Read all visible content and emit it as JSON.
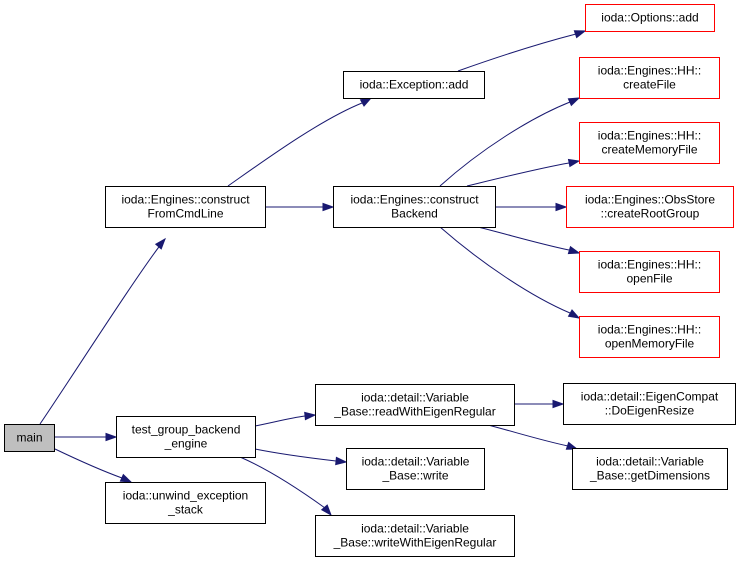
{
  "colors": {
    "edge": "#191970",
    "node_border_default": "#000000",
    "node_border_external": "#ff0000",
    "node_fill_root": "#bfbfbf",
    "node_fill_default": "#ffffff"
  },
  "nodes": {
    "main": {
      "lines": [
        "main"
      ],
      "style": "root"
    },
    "construct_from_cmdline": {
      "lines": [
        "ioda::Engines::construct",
        "FromCmdLine"
      ],
      "style": "default"
    },
    "test_group_backend_engine": {
      "lines": [
        "test_group_backend",
        "_engine"
      ],
      "style": "default"
    },
    "unwind_exception_stack": {
      "lines": [
        "ioda::unwind_exception",
        "_stack"
      ],
      "style": "default"
    },
    "exception_add": {
      "lines": [
        "ioda::Exception::add"
      ],
      "style": "default"
    },
    "construct_backend": {
      "lines": [
        "ioda::Engines::construct",
        "Backend"
      ],
      "style": "default"
    },
    "read_with_eigen_regular": {
      "lines": [
        "ioda::detail::Variable",
        "_Base::readWithEigenRegular"
      ],
      "style": "default"
    },
    "variable_base_write": {
      "lines": [
        "ioda::detail::Variable",
        "_Base::write"
      ],
      "style": "default"
    },
    "write_with_eigen_regular": {
      "lines": [
        "ioda::detail::Variable",
        "_Base::writeWithEigenRegular"
      ],
      "style": "default"
    },
    "options_add": {
      "lines": [
        "ioda::Options::add"
      ],
      "style": "external"
    },
    "hh_create_file": {
      "lines": [
        "ioda::Engines::HH::",
        "createFile"
      ],
      "style": "external"
    },
    "hh_create_memory_file": {
      "lines": [
        "ioda::Engines::HH::",
        "createMemoryFile"
      ],
      "style": "external"
    },
    "obsstore_create_root_group": {
      "lines": [
        "ioda::Engines::ObsStore",
        "::createRootGroup"
      ],
      "style": "external"
    },
    "hh_open_file": {
      "lines": [
        "ioda::Engines::HH::",
        "openFile"
      ],
      "style": "external"
    },
    "hh_open_memory_file": {
      "lines": [
        "ioda::Engines::HH::",
        "openMemoryFile"
      ],
      "style": "external"
    },
    "eigen_compat_do_eigen_resize": {
      "lines": [
        "ioda::detail::EigenCompat",
        "::DoEigenResize"
      ],
      "style": "default"
    },
    "variable_base_get_dimensions": {
      "lines": [
        "ioda::detail::Variable",
        "_Base::getDimensions"
      ],
      "style": "default"
    }
  },
  "edges": [
    {
      "from": "main",
      "to": "construct_from_cmdline"
    },
    {
      "from": "main",
      "to": "test_group_backend_engine"
    },
    {
      "from": "main",
      "to": "unwind_exception_stack"
    },
    {
      "from": "construct_from_cmdline",
      "to": "exception_add"
    },
    {
      "from": "construct_from_cmdline",
      "to": "construct_backend"
    },
    {
      "from": "exception_add",
      "to": "options_add"
    },
    {
      "from": "construct_backend",
      "to": "hh_create_file"
    },
    {
      "from": "construct_backend",
      "to": "hh_create_memory_file"
    },
    {
      "from": "construct_backend",
      "to": "obsstore_create_root_group"
    },
    {
      "from": "construct_backend",
      "to": "hh_open_file"
    },
    {
      "from": "construct_backend",
      "to": "hh_open_memory_file"
    },
    {
      "from": "test_group_backend_engine",
      "to": "read_with_eigen_regular"
    },
    {
      "from": "test_group_backend_engine",
      "to": "variable_base_write"
    },
    {
      "from": "test_group_backend_engine",
      "to": "write_with_eigen_regular"
    },
    {
      "from": "read_with_eigen_regular",
      "to": "eigen_compat_do_eigen_resize"
    },
    {
      "from": "read_with_eigen_regular",
      "to": "variable_base_get_dimensions"
    }
  ]
}
